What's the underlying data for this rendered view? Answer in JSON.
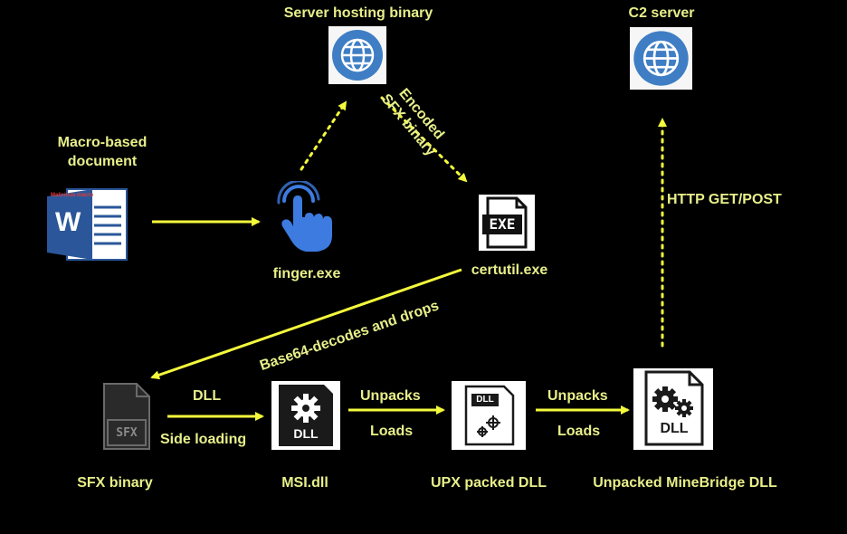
{
  "colors": {
    "background": "#000000",
    "label": "#e8ef8a",
    "arrow": "#f3fa3c"
  },
  "nodes": {
    "server_hosting": {
      "label": "Server hosting binary",
      "icon": "globe-icon"
    },
    "c2_server": {
      "label": "C2 server",
      "icon": "globe-icon"
    },
    "macro_doc": {
      "label_line1": "Macro-based",
      "label_line2": "document",
      "icon": "word-document-icon",
      "icon_text": "Malicious macro",
      "icon_letter": "W"
    },
    "finger": {
      "label": "finger.exe",
      "icon": "finger-tap-icon"
    },
    "certutil": {
      "label": "certutil.exe",
      "icon": "exe-file-icon",
      "icon_text": "EXE"
    },
    "sfx": {
      "label": "SFX binary",
      "icon": "sfx-file-icon",
      "icon_text": "SFX"
    },
    "msi": {
      "label": "MSI.dll",
      "icon": "dll-gear-icon",
      "icon_text": "DLL"
    },
    "upx": {
      "label": "UPX packed DLL",
      "icon": "dll-packed-icon",
      "icon_text": "DLL"
    },
    "minebridge": {
      "label": "Unpacked MineBridge DLL",
      "icon": "dll-gears-icon",
      "icon_text": "DLL"
    }
  },
  "edges": {
    "encoded_line1": "Encoded",
    "encoded_line2": "SFX binary",
    "http": "HTTP GET/POST",
    "base64": "Base64-decodes and drops",
    "dll": "DLL",
    "side_loading": "Side loading",
    "unpacks1": "Unpacks",
    "loads1": "Loads",
    "unpacks2": "Unpacks",
    "loads2": "Loads"
  }
}
